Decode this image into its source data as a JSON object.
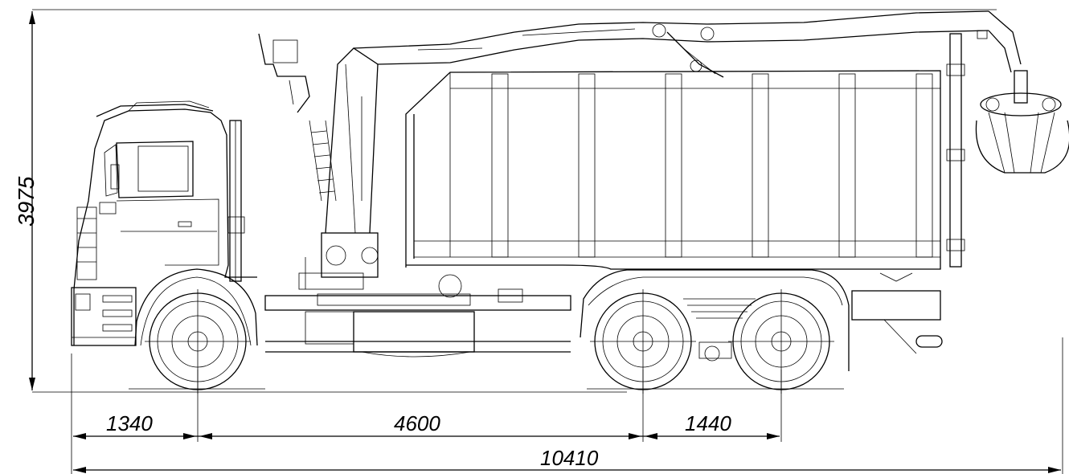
{
  "drawing": {
    "subject": "truck-with-crane-and-scrap-body",
    "dimensions": {
      "overall_height": "3975",
      "front_overhang": "1340",
      "wheelbase": "4600",
      "bogie_spacing": "1440",
      "overall_length": "10410"
    }
  }
}
